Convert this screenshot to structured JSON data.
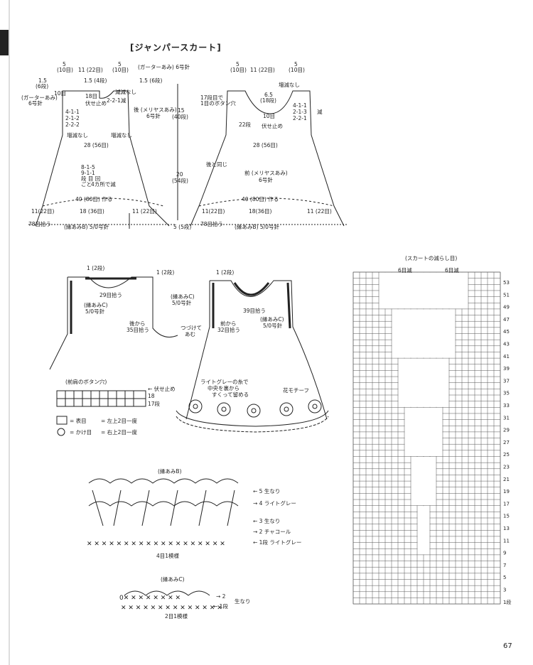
{
  "title": "[ジャンパースカート]",
  "page_number": "67",
  "back": {
    "top_widths": [
      "5",
      "(10目)",
      "11 (22目)",
      "5",
      "(10目)"
    ],
    "notes": [
      "(ガーターあみ) 6号針",
      "1.5 (4段)",
      "1.5 (6段)",
      "1.5",
      "(6段)",
      "10目",
      "18目",
      "伏せ止め",
      "減減なし",
      "2-2-1減",
      "後 (メリヤスあみ)",
      "6号針",
      "(ガーターあみ)",
      "6号針",
      "4-1-1",
      "2-1-2",
      "2-2-2",
      "増減なし",
      "増減なし",
      "28 (56目)",
      "8-1-5",
      "9-1-1",
      "段 目 回",
      "ごと",
      "4カ所で減",
      "40 (80目) 作る",
      "11(22目)",
      "18 (36目)",
      "11 (22目)",
      "78目拾う",
      "(縁あみB) 5/0号針"
    ],
    "arrows_mid": [
      "15",
      "(40段)",
      "20",
      "(54段)",
      "5 (5段)"
    ]
  },
  "front": {
    "top_widths": [
      "5",
      "(10目)",
      "11 (22目)",
      "5",
      "(10目)"
    ],
    "notes": [
      "17段目で",
      "1目のボタン穴",
      "6.5",
      "(18段)",
      "増減なし",
      "10目",
      "伏せ止め",
      "4-1-1",
      "2-1-3",
      "2-2-1",
      "減",
      "22段",
      "28 (56目)",
      "後と同じ",
      "前 (メリヤスあみ)",
      "6号針",
      "40 (80目) 作る",
      "11(22目)",
      "18(36目)",
      "11 (22目)",
      "78目拾う",
      "(縁あみB) 5/0号針"
    ]
  },
  "finishing_back": [
    "1 (2段)",
    "1 (2段)",
    "29目拾う",
    "(縁あみC)",
    "5/0号針",
    "後から",
    "35目拾う",
    "つづけて",
    "あむ"
  ],
  "finishing_front": [
    "1 (2段)",
    "(縁あみC)",
    "5/0号針",
    "39目拾う",
    "前から",
    "32目拾う",
    "(縁あみC)",
    "5/0号針",
    "ライトグレーの糸で",
    "中央を裏から",
    "すくって留める",
    "花モチーフ"
  ],
  "buttonhole": {
    "label": "(前肩のボタン穴)",
    "right_labels": [
      "← 伏せ止め",
      "18",
      "17段"
    ]
  },
  "legend": [
    "= 表目",
    "= 左上2目一度",
    "= かけ目",
    "= 右上2目一度"
  ],
  "edging_b": {
    "label": "(縁あみB)",
    "rows": [
      "← 5 生なり",
      "→ 4 ライトグレー",
      "← 3 生なり",
      "→ 2 チャコール",
      "← 1段 ライトグレー"
    ],
    "repeat": "4目1模様"
  },
  "edging_c": {
    "label": "(縁あみC)",
    "rows": [
      "→ 2",
      "← 1段",
      "生なり"
    ],
    "repeat": "2目1模様"
  },
  "skirt_chart": {
    "label": "(スカートの減らし目)",
    "dec_labels": [
      "6目減",
      "6目減"
    ],
    "row_numbers": [
      "53",
      "51",
      "49",
      "47",
      "45",
      "43",
      "41",
      "39",
      "37",
      "35",
      "33",
      "31",
      "29",
      "27",
      "25",
      "23",
      "21",
      "19",
      "17",
      "15",
      "13",
      "11",
      "9",
      "7",
      "5",
      "3",
      "1段"
    ]
  },
  "colors": {
    "ink": "#222222",
    "paper": "#ffffff",
    "grid": "#555555"
  }
}
